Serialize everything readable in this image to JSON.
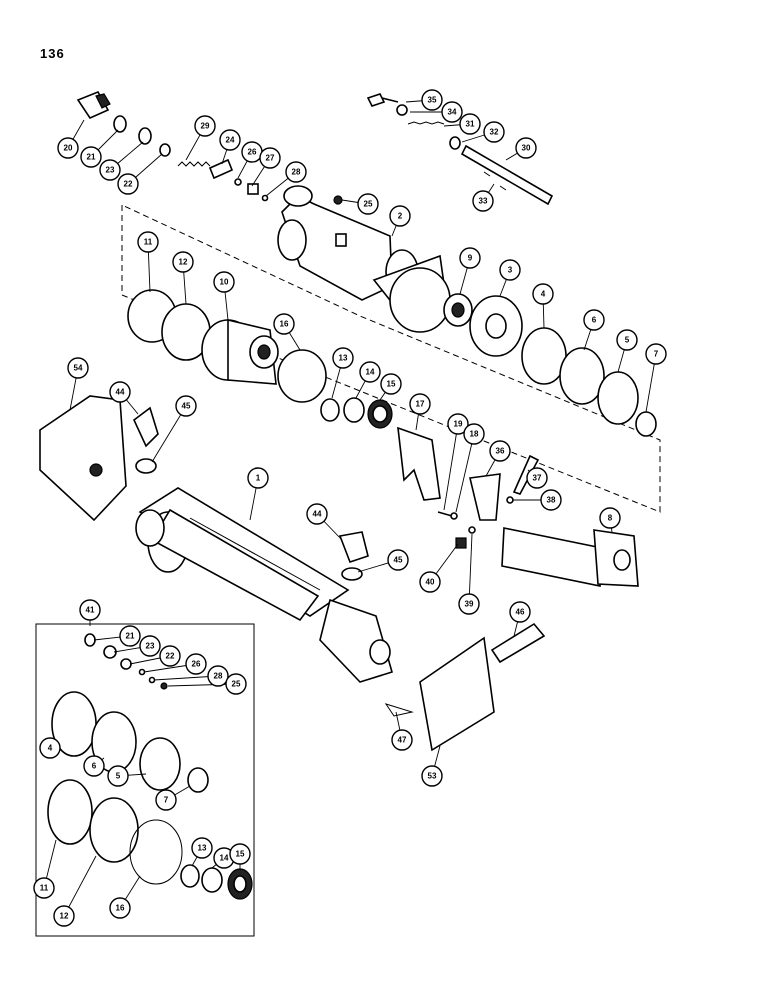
{
  "page_number": "136",
  "callouts": [
    {
      "label": "20"
    },
    {
      "label": "21"
    },
    {
      "label": "23"
    },
    {
      "label": "22"
    },
    {
      "label": "29"
    },
    {
      "label": "24"
    },
    {
      "label": "26"
    },
    {
      "label": "27"
    },
    {
      "label": "28"
    },
    {
      "label": "35"
    },
    {
      "label": "34"
    },
    {
      "label": "31"
    },
    {
      "label": "32"
    },
    {
      "label": "30"
    },
    {
      "label": "33"
    },
    {
      "label": "25"
    },
    {
      "label": "2"
    },
    {
      "label": "11"
    },
    {
      "label": "12"
    },
    {
      "label": "10"
    },
    {
      "label": "16"
    },
    {
      "label": "9"
    },
    {
      "label": "3"
    },
    {
      "label": "4"
    },
    {
      "label": "6"
    },
    {
      "label": "5"
    },
    {
      "label": "7"
    },
    {
      "label": "13"
    },
    {
      "label": "14"
    },
    {
      "label": "15"
    },
    {
      "label": "17"
    },
    {
      "label": "19"
    },
    {
      "label": "18"
    },
    {
      "label": "36"
    },
    {
      "label": "37"
    },
    {
      "label": "38"
    },
    {
      "label": "54"
    },
    {
      "label": "44"
    },
    {
      "label": "45"
    },
    {
      "label": "1"
    },
    {
      "label": "44"
    },
    {
      "label": "45"
    },
    {
      "label": "40"
    },
    {
      "label": "39"
    },
    {
      "label": "8"
    },
    {
      "label": "46"
    },
    {
      "label": "41"
    },
    {
      "label": "21"
    },
    {
      "label": "23"
    },
    {
      "label": "22"
    },
    {
      "label": "26"
    },
    {
      "label": "28"
    },
    {
      "label": "25"
    },
    {
      "label": "47"
    },
    {
      "label": "53"
    },
    {
      "label": "4"
    },
    {
      "label": "6"
    },
    {
      "label": "5"
    },
    {
      "label": "7"
    },
    {
      "label": "11"
    },
    {
      "label": "12"
    },
    {
      "label": "16"
    },
    {
      "label": "13"
    },
    {
      "label": "14"
    },
    {
      "label": "15"
    }
  ]
}
